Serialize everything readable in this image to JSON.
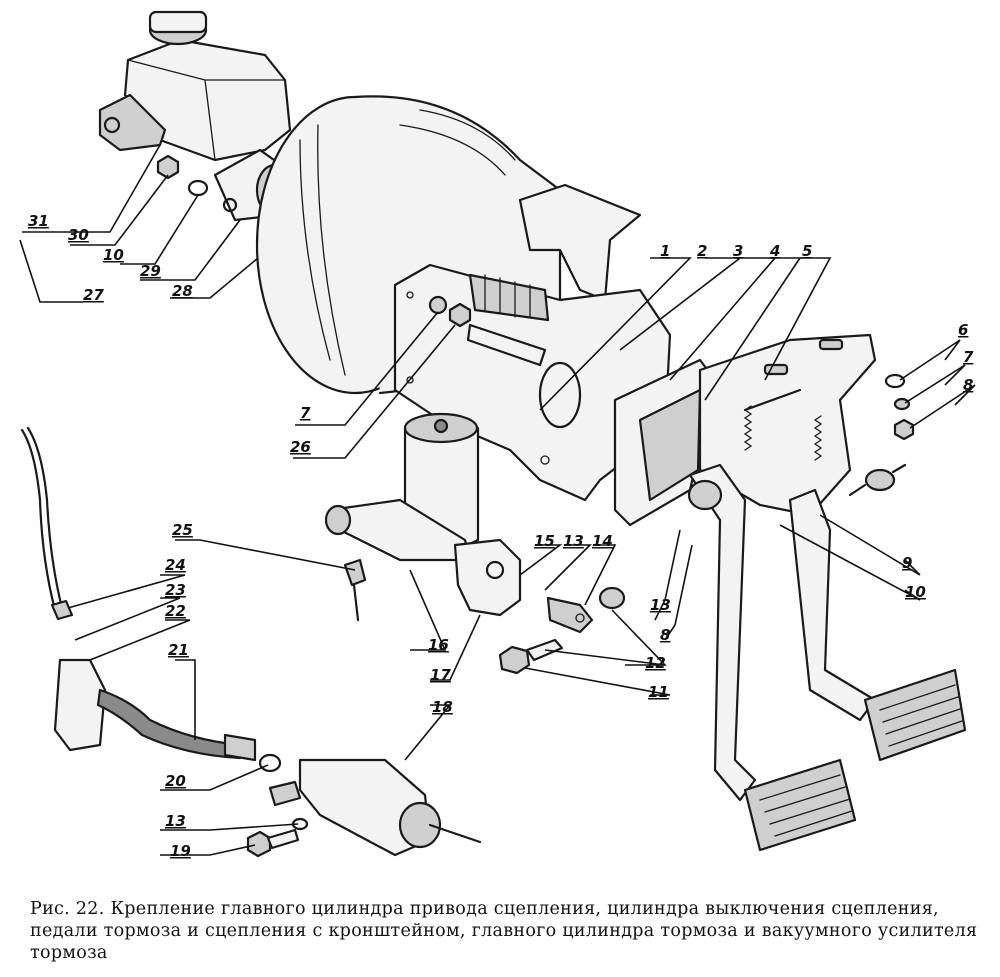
{
  "figure": {
    "caption": "Рис. 22. Крепление главного цилиндра привода сцепления, цилиндра выключения сцепления, педали тормоза и сцепления с кронштейном, главного цилиндра тормоза и вакуумного усилителя тормоза",
    "callouts": [
      "1",
      "2",
      "3",
      "4",
      "5",
      "6",
      "7",
      "8",
      "7",
      "26",
      "31",
      "30",
      "10",
      "29",
      "27",
      "28",
      "9",
      "10",
      "25",
      "24",
      "23",
      "22",
      "21",
      "20",
      "13",
      "19",
      "18",
      "16",
      "17",
      "15",
      "13",
      "14",
      "13",
      "8",
      "12",
      "11"
    ]
  }
}
